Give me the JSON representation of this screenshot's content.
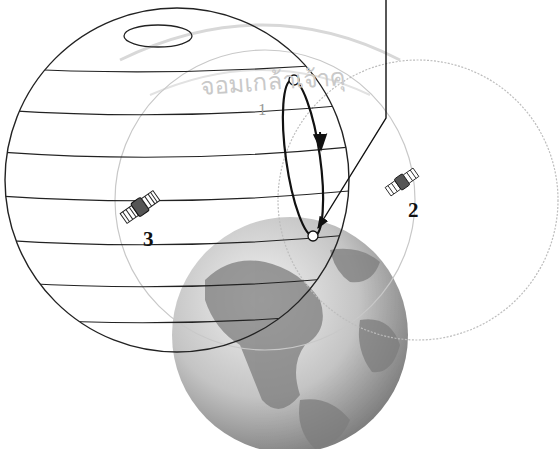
{
  "diagram": {
    "labels": [
      "จอมเกล้าเจ้าคุ",
      "1",
      "2",
      "3"
    ]
  }
}
